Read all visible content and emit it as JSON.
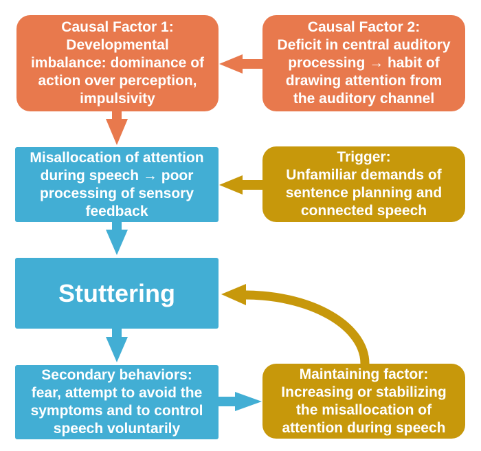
{
  "theme": {
    "orange": "#E8794D",
    "blue": "#42AED4",
    "gold": "#C7980B",
    "text": "#FFFFFF",
    "background": "#FFFFFF"
  },
  "diagram": {
    "boxes": {
      "causal1": {
        "lines": [
          "Causal Factor 1:",
          "Developmental",
          "imbalance: dominance of",
          "action over perception,",
          "impulsivity"
        ]
      },
      "causal2": {
        "lines": [
          "Causal Factor 2:",
          "Deficit in central auditory",
          "processing → habit of",
          "drawing attention from",
          "the auditory channel"
        ]
      },
      "misallocation": {
        "lines": [
          "Misallocation of attention",
          "during speech → poor",
          "processing of sensory",
          "feedback"
        ]
      },
      "trigger": {
        "lines": [
          "Trigger:",
          "Unfamiliar demands of",
          "sentence planning and",
          "connected speech"
        ]
      },
      "stuttering": {
        "label": "Stuttering"
      },
      "secondary": {
        "lines": [
          "Secondary behaviors:",
          "fear, attempt to avoid the",
          "symptoms and to control",
          "speech voluntarily"
        ]
      },
      "maintaining": {
        "lines": [
          "Maintaining factor:",
          "Increasing or stabilizing",
          "the misallocation of",
          "attention during speech"
        ]
      }
    },
    "arrows": [
      {
        "from": "causal2",
        "to": "causal1",
        "color": "orange",
        "shape": "straight"
      },
      {
        "from": "causal1",
        "to": "misallocation",
        "color": "orange",
        "shape": "straight"
      },
      {
        "from": "trigger",
        "to": "misallocation",
        "color": "gold",
        "shape": "straight"
      },
      {
        "from": "misallocation",
        "to": "stuttering",
        "color": "blue",
        "shape": "straight"
      },
      {
        "from": "stuttering",
        "to": "secondary",
        "color": "blue",
        "shape": "straight"
      },
      {
        "from": "secondary",
        "to": "maintaining",
        "color": "blue",
        "shape": "straight"
      },
      {
        "from": "maintaining",
        "to": "stuttering",
        "color": "gold",
        "shape": "curved"
      }
    ]
  }
}
